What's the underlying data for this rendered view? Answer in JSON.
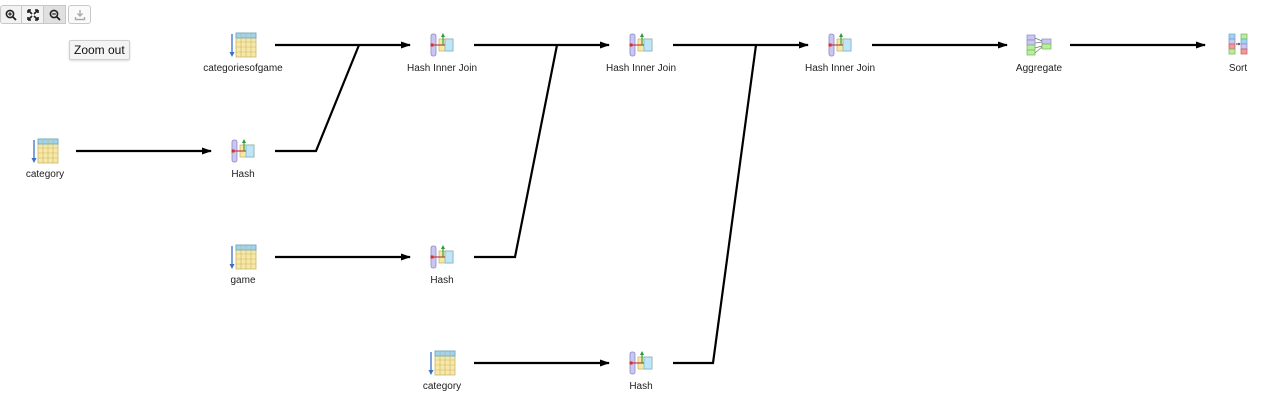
{
  "toolbar": {
    "buttons": [
      {
        "name": "zoom-in-button",
        "icon": "zoom-in-icon"
      },
      {
        "name": "fit-to-screen-button",
        "icon": "expand-icon"
      },
      {
        "name": "zoom-out-button",
        "icon": "zoom-out-icon"
      },
      {
        "name": "download-button",
        "icon": "download-icon"
      }
    ],
    "tooltip": "Zoom out"
  },
  "plan": {
    "nodes": {
      "n_categoriesofgame": {
        "label": "categoriesofgame",
        "type": "scan"
      },
      "n_category1": {
        "label": "category",
        "type": "scan"
      },
      "n_hash1": {
        "label": "Hash",
        "type": "hash"
      },
      "n_game": {
        "label": "game",
        "type": "scan"
      },
      "n_hash2": {
        "label": "Hash",
        "type": "hash"
      },
      "n_category2": {
        "label": "category",
        "type": "scan"
      },
      "n_hash3": {
        "label": "Hash",
        "type": "hash"
      },
      "n_join1": {
        "label": "Hash Inner Join",
        "type": "join"
      },
      "n_join2": {
        "label": "Hash Inner Join",
        "type": "join"
      },
      "n_join3": {
        "label": "Hash Inner Join",
        "type": "join"
      },
      "n_aggregate": {
        "label": "Aggregate",
        "type": "aggregate"
      },
      "n_sort": {
        "label": "Sort",
        "type": "sort"
      }
    },
    "edges": [
      [
        "n_category1",
        "n_hash1"
      ],
      [
        "n_categoriesofgame",
        "n_join1"
      ],
      [
        "n_hash1",
        "n_join1"
      ],
      [
        "n_join1",
        "n_join2"
      ],
      [
        "n_game",
        "n_hash2"
      ],
      [
        "n_hash2",
        "n_join2"
      ],
      [
        "n_join2",
        "n_join3"
      ],
      [
        "n_category2",
        "n_hash3"
      ],
      [
        "n_hash3",
        "n_join3"
      ],
      [
        "n_join3",
        "n_aggregate"
      ],
      [
        "n_aggregate",
        "n_sort"
      ]
    ]
  }
}
